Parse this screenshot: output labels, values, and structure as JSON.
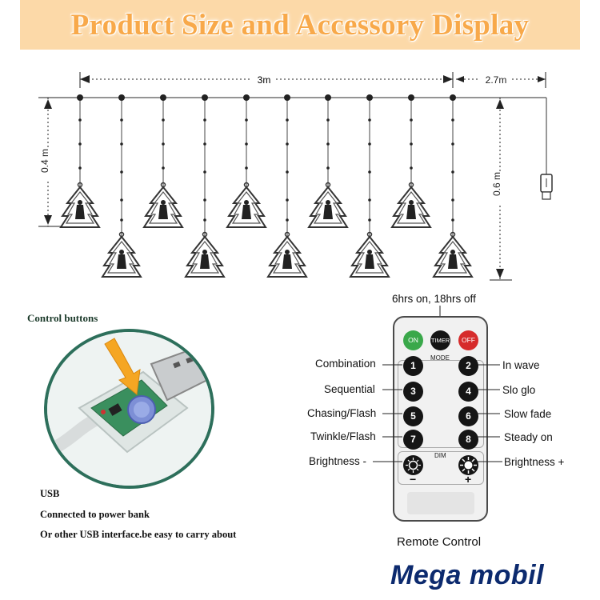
{
  "banner": {
    "title": "Product Size and Accessory Display"
  },
  "dimensions": {
    "width_main": "3m",
    "width_cable": "2.7m",
    "height_short": "0.4 m",
    "height_long": "0.6 m"
  },
  "control": {
    "title": "Control buttons",
    "lines": [
      "USB",
      "Connected to power bank",
      "Or other USB interface.be easy to carry about"
    ]
  },
  "remote": {
    "caption_top": "6hrs on, 18hrs off",
    "on": "ON",
    "timer": "TIMER",
    "off": "OFF",
    "mode": "MODE",
    "dim": "DIM",
    "buttons": [
      "1",
      "2",
      "3",
      "4",
      "5",
      "6",
      "7",
      "8"
    ],
    "left_labels": [
      "Combination",
      "Sequential",
      "Chasing/Flash",
      "Twinkle/Flash",
      "Brightness -"
    ],
    "right_labels": [
      "In wave",
      "Slo glo",
      "Slow fade",
      "Steady on",
      "Brightness +"
    ],
    "minus": "−",
    "plus": "+",
    "caption": "Remote Control"
  },
  "brand": {
    "name": "Mega mobil"
  },
  "colors": {
    "banner_bg": "#fcd9a8",
    "banner_text": "#f8a94a",
    "on": "#3aa84a",
    "off": "#d62b2b",
    "frame": "#2d6f5b",
    "brand": "#0c2a6e"
  }
}
